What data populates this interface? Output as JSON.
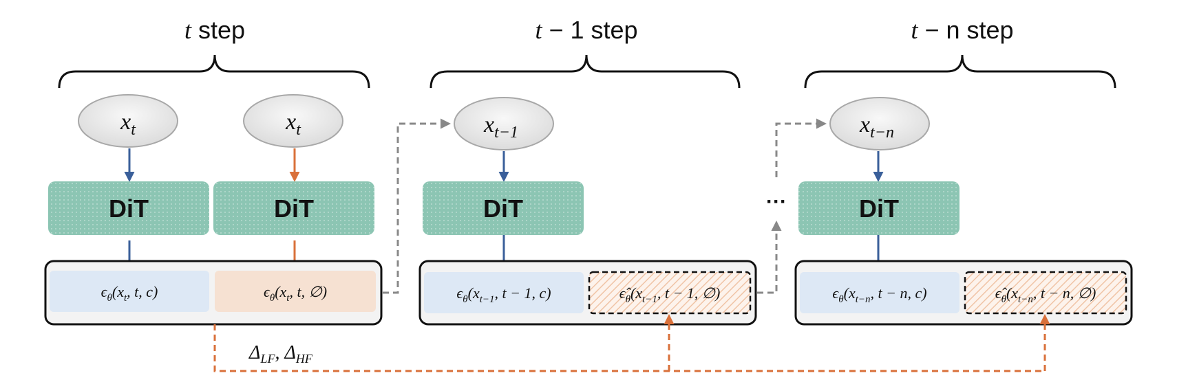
{
  "steps": [
    {
      "title_var": "t",
      "title_rest": " step",
      "inputs": [
        {
          "base": "x",
          "sub": "t"
        },
        {
          "base": "x",
          "sub": "t"
        }
      ],
      "dit_labels": [
        "DiT",
        "DiT"
      ],
      "outputs": [
        {
          "pre": "ϵ",
          "sub1": "θ",
          "open": "(x",
          "sub2": "t",
          "rest": ", t, c)",
          "style": "conditional"
        },
        {
          "pre": "ϵ",
          "sub1": "θ",
          "open": "(x",
          "sub2": "t",
          "rest": ", t, ∅)",
          "style": "unconditional"
        }
      ]
    },
    {
      "title_var": "t",
      "title_rest": " − 1 step",
      "inputs": [
        {
          "base": "x",
          "sub": "t−1"
        }
      ],
      "dit_labels": [
        "DiT"
      ],
      "outputs": [
        {
          "pre": "ϵ",
          "sub1": "θ",
          "open": "(x",
          "sub2": "t−1",
          "rest": ", t − 1, c)",
          "style": "conditional"
        },
        {
          "pre": "ϵ̂",
          "sub1": "θ",
          "open": "(x",
          "sub2": "t−1",
          "rest": ", t − 1, ∅)",
          "style": "estimated"
        }
      ]
    },
    {
      "title_var": "t",
      "title_rest": " − n step",
      "inputs": [
        {
          "base": "x",
          "sub": "t−n"
        }
      ],
      "dit_labels": [
        "DiT"
      ],
      "outputs": [
        {
          "pre": "ϵ",
          "sub1": "θ",
          "open": "(x",
          "sub2": "t−n",
          "rest": ", t − n, c)",
          "style": "conditional"
        },
        {
          "pre": "ϵ̂",
          "sub1": "θ",
          "open": "(x",
          "sub2": "t−n",
          "rest": ", t − n, ∅)",
          "style": "estimated"
        }
      ]
    }
  ],
  "delta_label": {
    "d1": "Δ",
    "s1": "LF",
    "sep": ", ",
    "d2": "Δ",
    "s2": "HF"
  },
  "ellipsis": "···",
  "colors": {
    "conditional_arrow": "#3a5f9a",
    "unconditional_arrow": "#d9703a",
    "dashed_gray": "#888888",
    "dit_fill": "#8cc5b3",
    "node_fill": "#ececec",
    "cond_box": "#dde8f5",
    "uncond_box": "#f6e1d2",
    "container_fill": "#f3f3f3"
  }
}
